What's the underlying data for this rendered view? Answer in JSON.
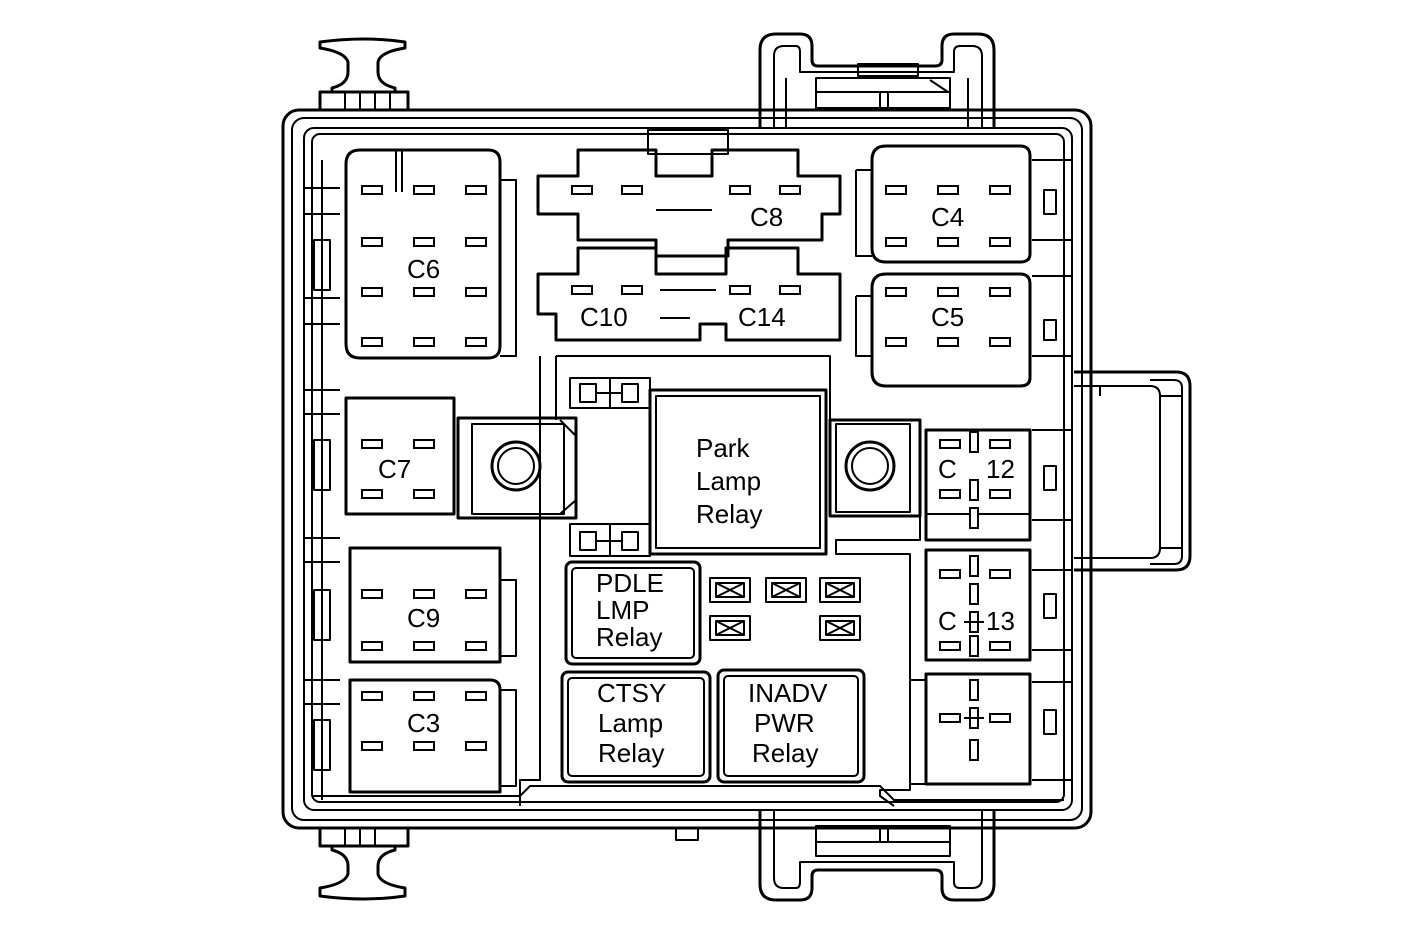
{
  "connectors": {
    "c6": "C6",
    "c8": "C8",
    "c4": "C4",
    "c10": "C10",
    "c14": "C14",
    "c5": "C5",
    "c7": "C7",
    "c9": "C9",
    "c3": "C3",
    "c12_a": "C",
    "c12_b": "12",
    "c13_a": "C",
    "c13_b": "13"
  },
  "relays": {
    "park_lamp": [
      "Park",
      "Lamp",
      "Relay"
    ],
    "pdle_lmp": [
      "PDLE",
      "LMP",
      "Relay"
    ],
    "ctsy_lamp": [
      "CTSY",
      "Lamp",
      "Relay"
    ],
    "inadv_pwr": [
      "INADV",
      "PWR",
      "Relay"
    ]
  }
}
